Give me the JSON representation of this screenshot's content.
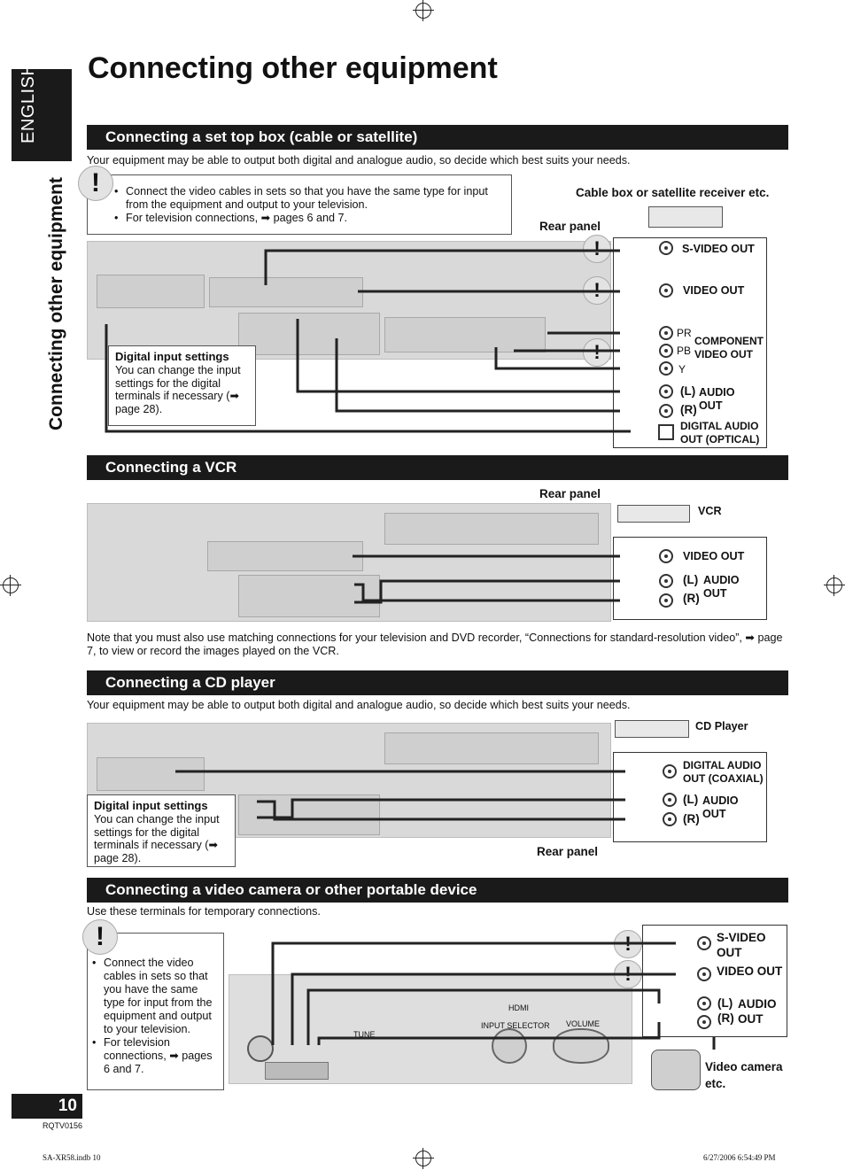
{
  "page": {
    "title": "Connecting other equipment",
    "language_tab": "ENGLISH",
    "side_title": "Connecting other equipment",
    "page_number": "10",
    "doc_code": "RQTV0156",
    "footer_left": "SA-XR58.indb   10",
    "footer_right": "6/27/2006   6:54:49 PM"
  },
  "stb": {
    "heading": "Connecting a set top box (cable or satellite)",
    "intro": "Your equipment may be able to output both digital and analogue audio, so decide which best suits your needs.",
    "notes": [
      "Connect the video cables in sets so that you have the same type for input from the equipment and output to your television.",
      "For television connections, ➡ pages 6 and 7."
    ],
    "device_label": "Cable box or satellite receiver etc.",
    "rear_panel": "Rear panel",
    "outputs": {
      "svideo": "S-VIDEO OUT",
      "video": "VIDEO OUT",
      "pr": "PR",
      "pb": "PB",
      "y": "Y",
      "component": "COMPONENT VIDEO OUT",
      "l": "(L)",
      "r": "(R)",
      "audio": "AUDIO OUT",
      "digital": "DIGITAL AUDIO OUT (OPTICAL)"
    },
    "callout_title": "Digital input settings",
    "callout_text": "You can change the input settings for the digital terminals if necessary (➡ page 28)."
  },
  "vcr": {
    "heading": "Connecting a VCR",
    "rear_panel": "Rear panel",
    "device_label": "VCR",
    "video": "VIDEO OUT",
    "l": "(L)",
    "r": "(R)",
    "audio": "AUDIO OUT",
    "note": "Note that you must also use matching connections for your television and DVD recorder, “Connections for standard-resolution video”, ➡ page 7, to view or record the images played on the VCR."
  },
  "cd": {
    "heading": "Connecting a CD player",
    "intro": "Your equipment may be able to output both digital and analogue audio, so decide which best suits your needs.",
    "device_label": "CD Player",
    "digital": "DIGITAL AUDIO OUT (COAXIAL)",
    "l": "(L)",
    "r": "(R)",
    "audio": "AUDIO OUT",
    "rear_panel": "Rear panel",
    "callout_title": "Digital input settings",
    "callout_text": "You can change the input settings for the digital terminals if necessary (➡ page 28)."
  },
  "cam": {
    "heading": "Connecting a video camera or other portable device",
    "intro": "Use these terminals for temporary connections.",
    "notes": [
      "Connect the video cables in sets so that you have the same type for input from the equipment and output to your television.",
      "For television connections, ➡ pages 6 and 7."
    ],
    "svideo": "S-VIDEO OUT",
    "video": "VIDEO OUT",
    "l": "(L)",
    "r": "(R)",
    "audio": "AUDIO OUT",
    "device_label": "Video camera etc.",
    "front_labels": {
      "volume": "VOLUME",
      "input_selector": "INPUT SELECTOR",
      "tune": "TUNE",
      "hdmi": "HDMI"
    }
  }
}
